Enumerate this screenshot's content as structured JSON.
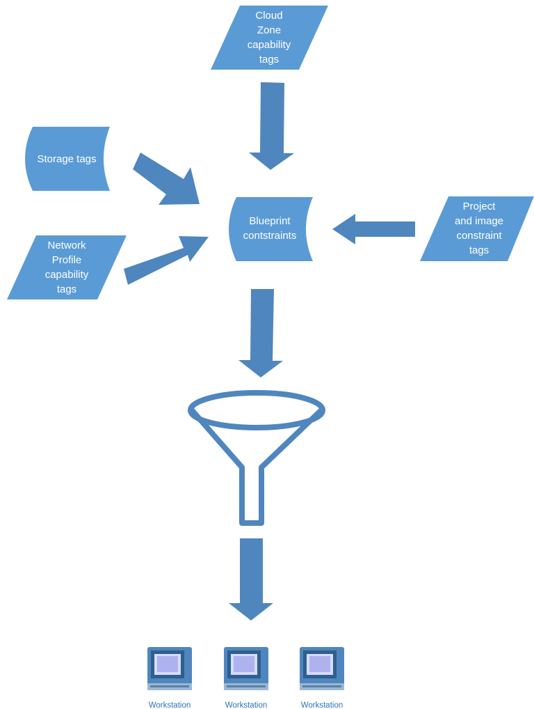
{
  "colors": {
    "shape_fill": "#5b9bd5",
    "arrow_fill": "#4f86bd",
    "funnel_stroke": "#4f86bd",
    "text": "#ffffff",
    "workstation_label": "#2e75b6"
  },
  "nodes": {
    "cloud_zone": [
      "Cloud",
      "Zone",
      "capability",
      "tags"
    ],
    "storage": [
      "Storage tags"
    ],
    "network": [
      "Network",
      "Profile",
      "capability",
      "tags"
    ],
    "blueprint": [
      "Blueprint",
      "contstraints"
    ],
    "project": [
      "Project",
      "and image",
      "constraint",
      "tags"
    ]
  },
  "workstations": [
    {
      "label": "Workstation",
      "icon": "workstation-icon"
    },
    {
      "label": "Workstation",
      "icon": "workstation-icon"
    },
    {
      "label": "Workstation",
      "icon": "workstation-icon"
    }
  ],
  "icons": {
    "filter": "funnel-icon",
    "flow": "arrow"
  }
}
